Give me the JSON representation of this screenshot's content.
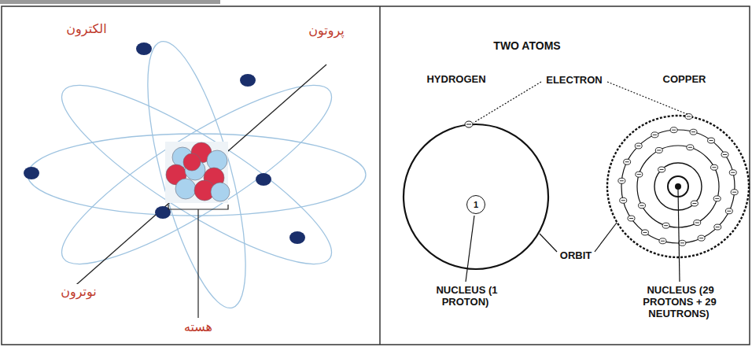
{
  "diagram": {
    "title": "TWO ATOMS",
    "nodes": [
      {
        "text": [
          "1"
        ]
      }
    ],
    "labels": [
      "الکترون",
      "پروتون",
      "نوترون",
      "هسته",
      "HYDROGEN",
      "ELECTRON",
      "COPPER",
      "ORBIT",
      "NUCLEUS (1 PROTON)",
      "NUCLEUS (29 PROTONS + 29 NEUTRONS)"
    ]
  }
}
